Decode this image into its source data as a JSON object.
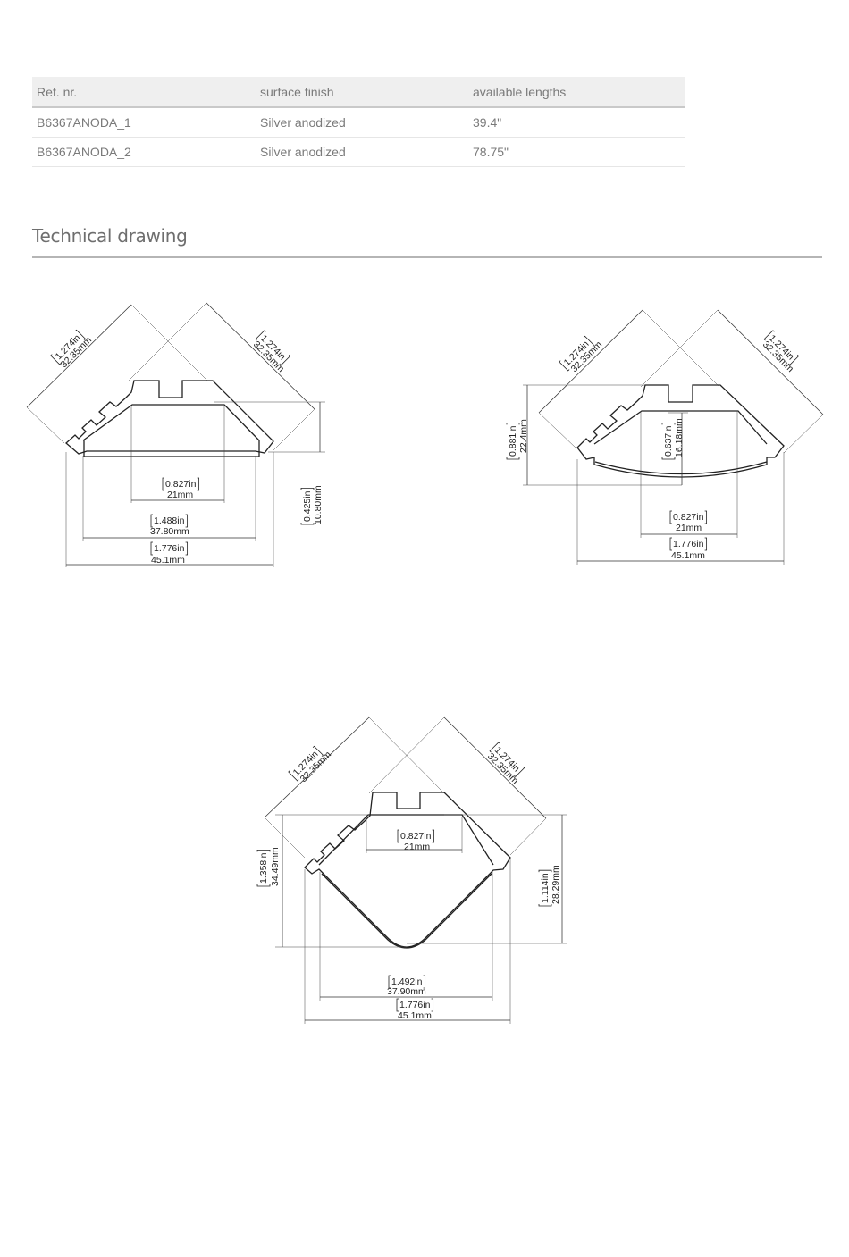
{
  "table": {
    "headers": [
      "Ref. nr.",
      "surface finish",
      "available lengths"
    ],
    "rows": [
      [
        "B6367ANODA_1",
        "Silver anodized",
        "39.4\""
      ],
      [
        "B6367ANODA_2",
        "Silver anodized",
        "78.75\""
      ]
    ]
  },
  "section_heading": "Technical drawing",
  "drawings": {
    "profile_1": {
      "leg_left_in": "1.274in",
      "leg_left_mm": "32.35mm",
      "leg_right_in": "1.274in",
      "leg_right_mm": "32.35mm",
      "height_in": "0.425in",
      "height_mm": "10.80mm",
      "inner_in": "0.827in",
      "inner_mm": "21mm",
      "diffuser_in": "1.488in",
      "diffuser_mm": "37.80mm",
      "overall_in": "1.776in",
      "overall_mm": "45.1mm"
    },
    "profile_2": {
      "leg_left_in": "1.274in",
      "leg_left_mm": "32.35mm",
      "leg_right_in": "1.274in",
      "leg_right_mm": "32.35mm",
      "height_in": "0.881in",
      "height_mm": "22.4mm",
      "inner_height_in": "0.637in",
      "inner_height_mm": "16.18mm",
      "inner_in": "0.827in",
      "inner_mm": "21mm",
      "overall_in": "1.776in",
      "overall_mm": "45.1mm"
    },
    "profile_3": {
      "leg_left_in": "1.274in",
      "leg_left_mm": "32.35mm",
      "leg_right_in": "1.274in",
      "leg_right_mm": "32.35mm",
      "inner_in": "0.827in",
      "inner_mm": "21mm",
      "height_left_in": "1.358in",
      "height_left_mm": "34.49mm",
      "height_right_in": "1.114in",
      "height_right_mm": "28.29mm",
      "diffuser_in": "1.492in",
      "diffuser_mm": "37.90mm",
      "overall_in": "1.776in",
      "overall_mm": "45.1mm"
    }
  }
}
